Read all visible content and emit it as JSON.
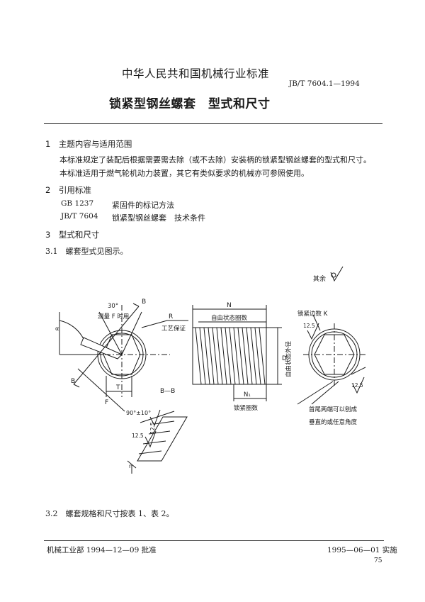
{
  "header": {
    "organization": "中华人民共和国机械行业标准",
    "standard_number": "JB/T 7604.1—1994",
    "title": "锁紧型钢丝螺套　型式和尺寸"
  },
  "sections": {
    "s1": {
      "heading": "1　主题内容与适用范围",
      "para1": "本标准规定了装配后根据需要需去除（或不去除）安装柄的锁紧型钢丝螺套的型式和尺寸。",
      "para2": "本标准适用于燃气轮机动力装置，其它有类似要求的机械亦可参照使用。"
    },
    "s2": {
      "heading": "2　引用标准",
      "refs": [
        {
          "code": "GB 1237",
          "name": "紧固件的标记方法"
        },
        {
          "code": "JB/T 7604",
          "name": "锁紧型钢丝螺套　技术条件"
        }
      ]
    },
    "s3": {
      "heading": "3　型式和尺寸",
      "clause31": "3.1　螺套型式见图示。",
      "clause32": "3.2　螺套规格和尺寸按表 1、表 2。"
    }
  },
  "figure": {
    "others_label": "其余",
    "labels": {
      "angle30": "30°",
      "measureF": "测量 F 时用",
      "B_top": "B",
      "B_left": "B",
      "alpha": "α",
      "R": "R",
      "process": "工艺保证",
      "T": "T",
      "F": "F",
      "section": "B—B",
      "angle90": "90°±10°",
      "r12_5_a": "12.5",
      "r12_5_b": "12.5",
      "n": "n",
      "N": "N",
      "free_coils": "自由状态圈数",
      "D2": "D₂",
      "free_od": "自由状态外径",
      "N1": "N₁",
      "lock_coils": "锁紧圈数",
      "lock_sides": "锁紧边数 K",
      "r12_5_c": "12.5",
      "r12_5_d": "12.5",
      "end_note1": "首尾两端可以刨成",
      "end_note2": "垂直的或任意角度"
    }
  },
  "footer": {
    "approved": "机械工业部 1994—12—09 批准",
    "implemented": "1995—06—01 实施",
    "page_number": "75"
  }
}
